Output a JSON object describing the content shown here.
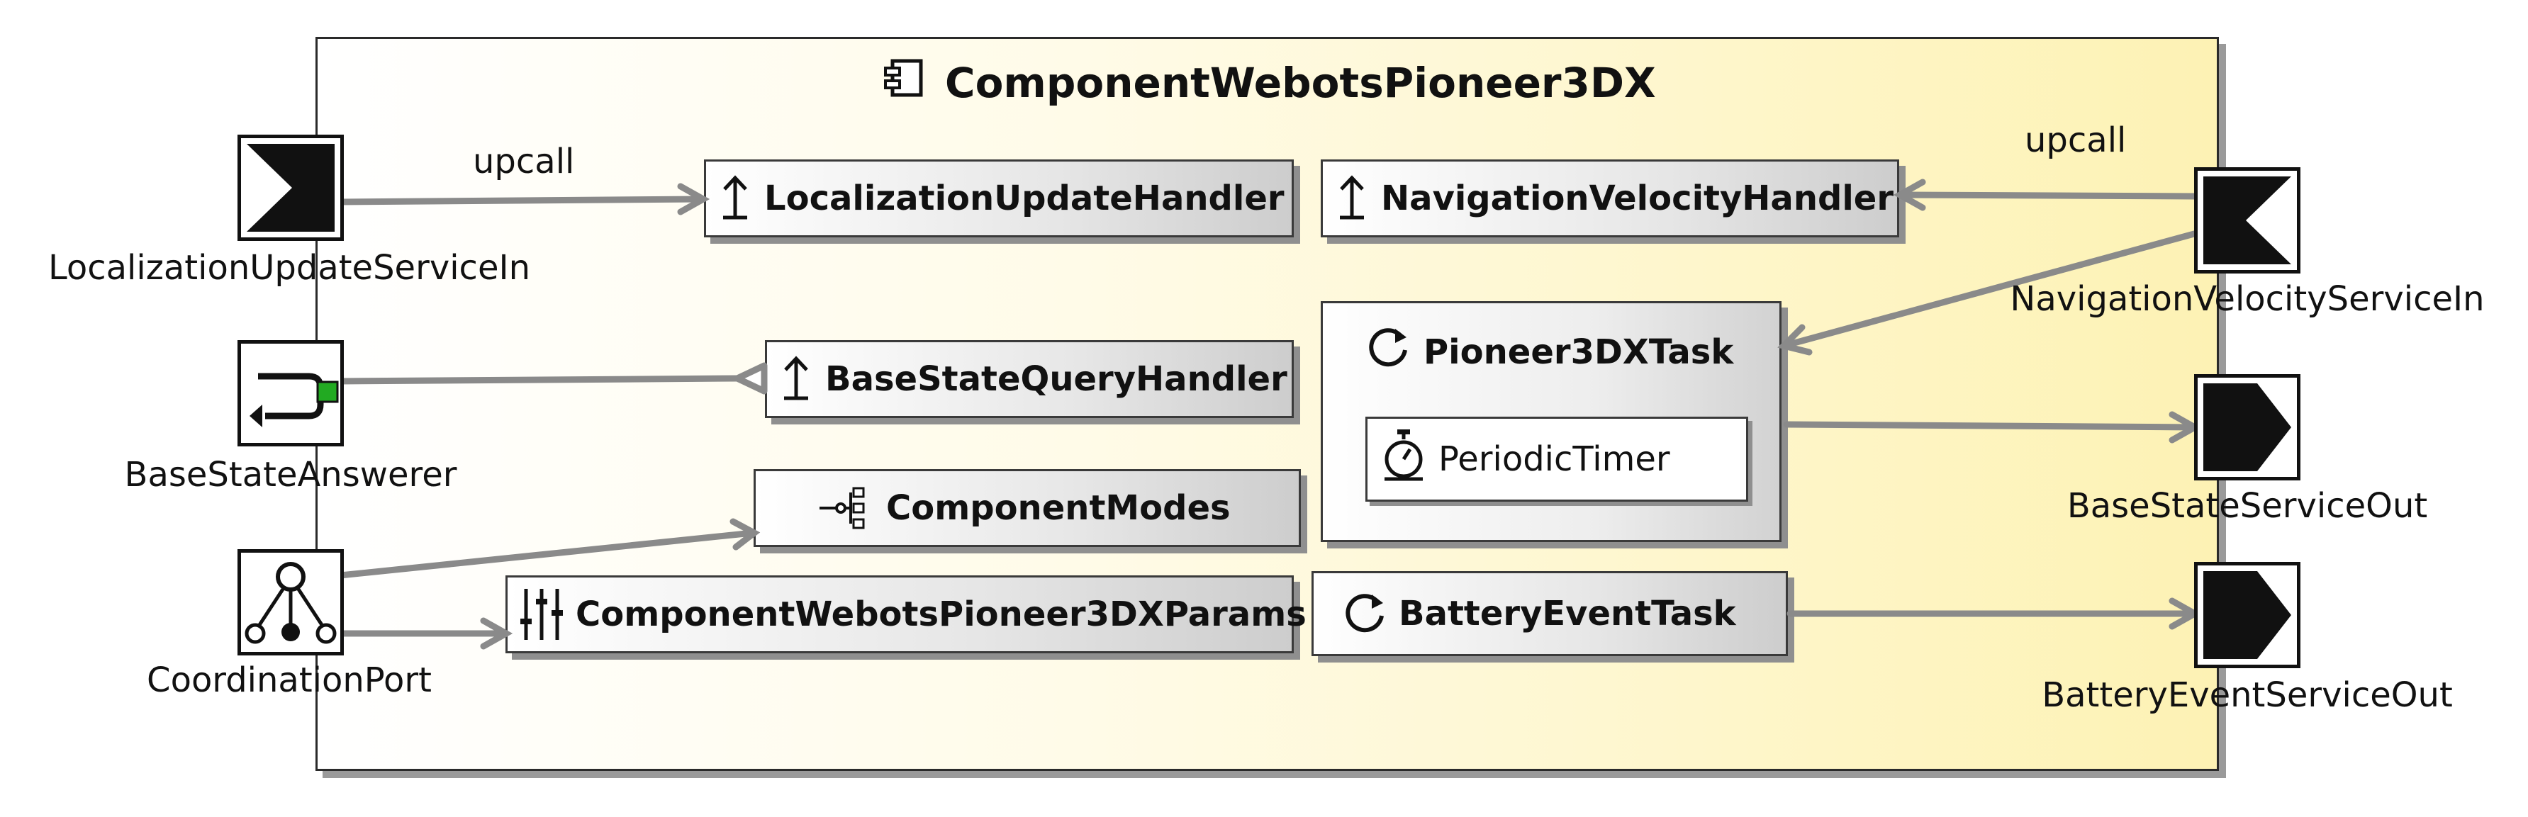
{
  "component": {
    "title": "ComponentWebotsPioneer3DX"
  },
  "handlers": {
    "localization": "LocalizationUpdateHandler",
    "navigation_velocity": "NavigationVelocityHandler",
    "base_state_query": "BaseStateQueryHandler"
  },
  "modes": {
    "label": "ComponentModes"
  },
  "params": {
    "label": "ComponentWebotsPioneer3DXParams"
  },
  "tasks": {
    "pioneer": {
      "label": "Pioneer3DXTask",
      "timer": "PeriodicTimer"
    },
    "battery": {
      "label": "BatteryEventTask"
    }
  },
  "ports": {
    "localization_in": "LocalizationUpdateServiceIn",
    "base_state_answerer": "BaseStateAnswerer",
    "coordination": "CoordinationPort",
    "navigation_velocity_in": "NavigationVelocityServiceIn",
    "base_state_out": "BaseStateServiceOut",
    "battery_event_out": "BatteryEventServiceOut"
  },
  "edge_labels": {
    "left_upcall": "upcall",
    "right_upcall": "upcall"
  },
  "colors": {
    "edge": "#8a8a8a",
    "port_stroke": "#111111",
    "answerer_indicator": "#22aa22",
    "component_fill_end": "#fdf2b4"
  },
  "icons": {
    "component": "component-icon",
    "handler": "upcall-handler-icon",
    "modes": "modes-tree-icon",
    "params": "params-sliders-icon",
    "task": "task-cycle-icon",
    "timer": "stopwatch-icon"
  }
}
